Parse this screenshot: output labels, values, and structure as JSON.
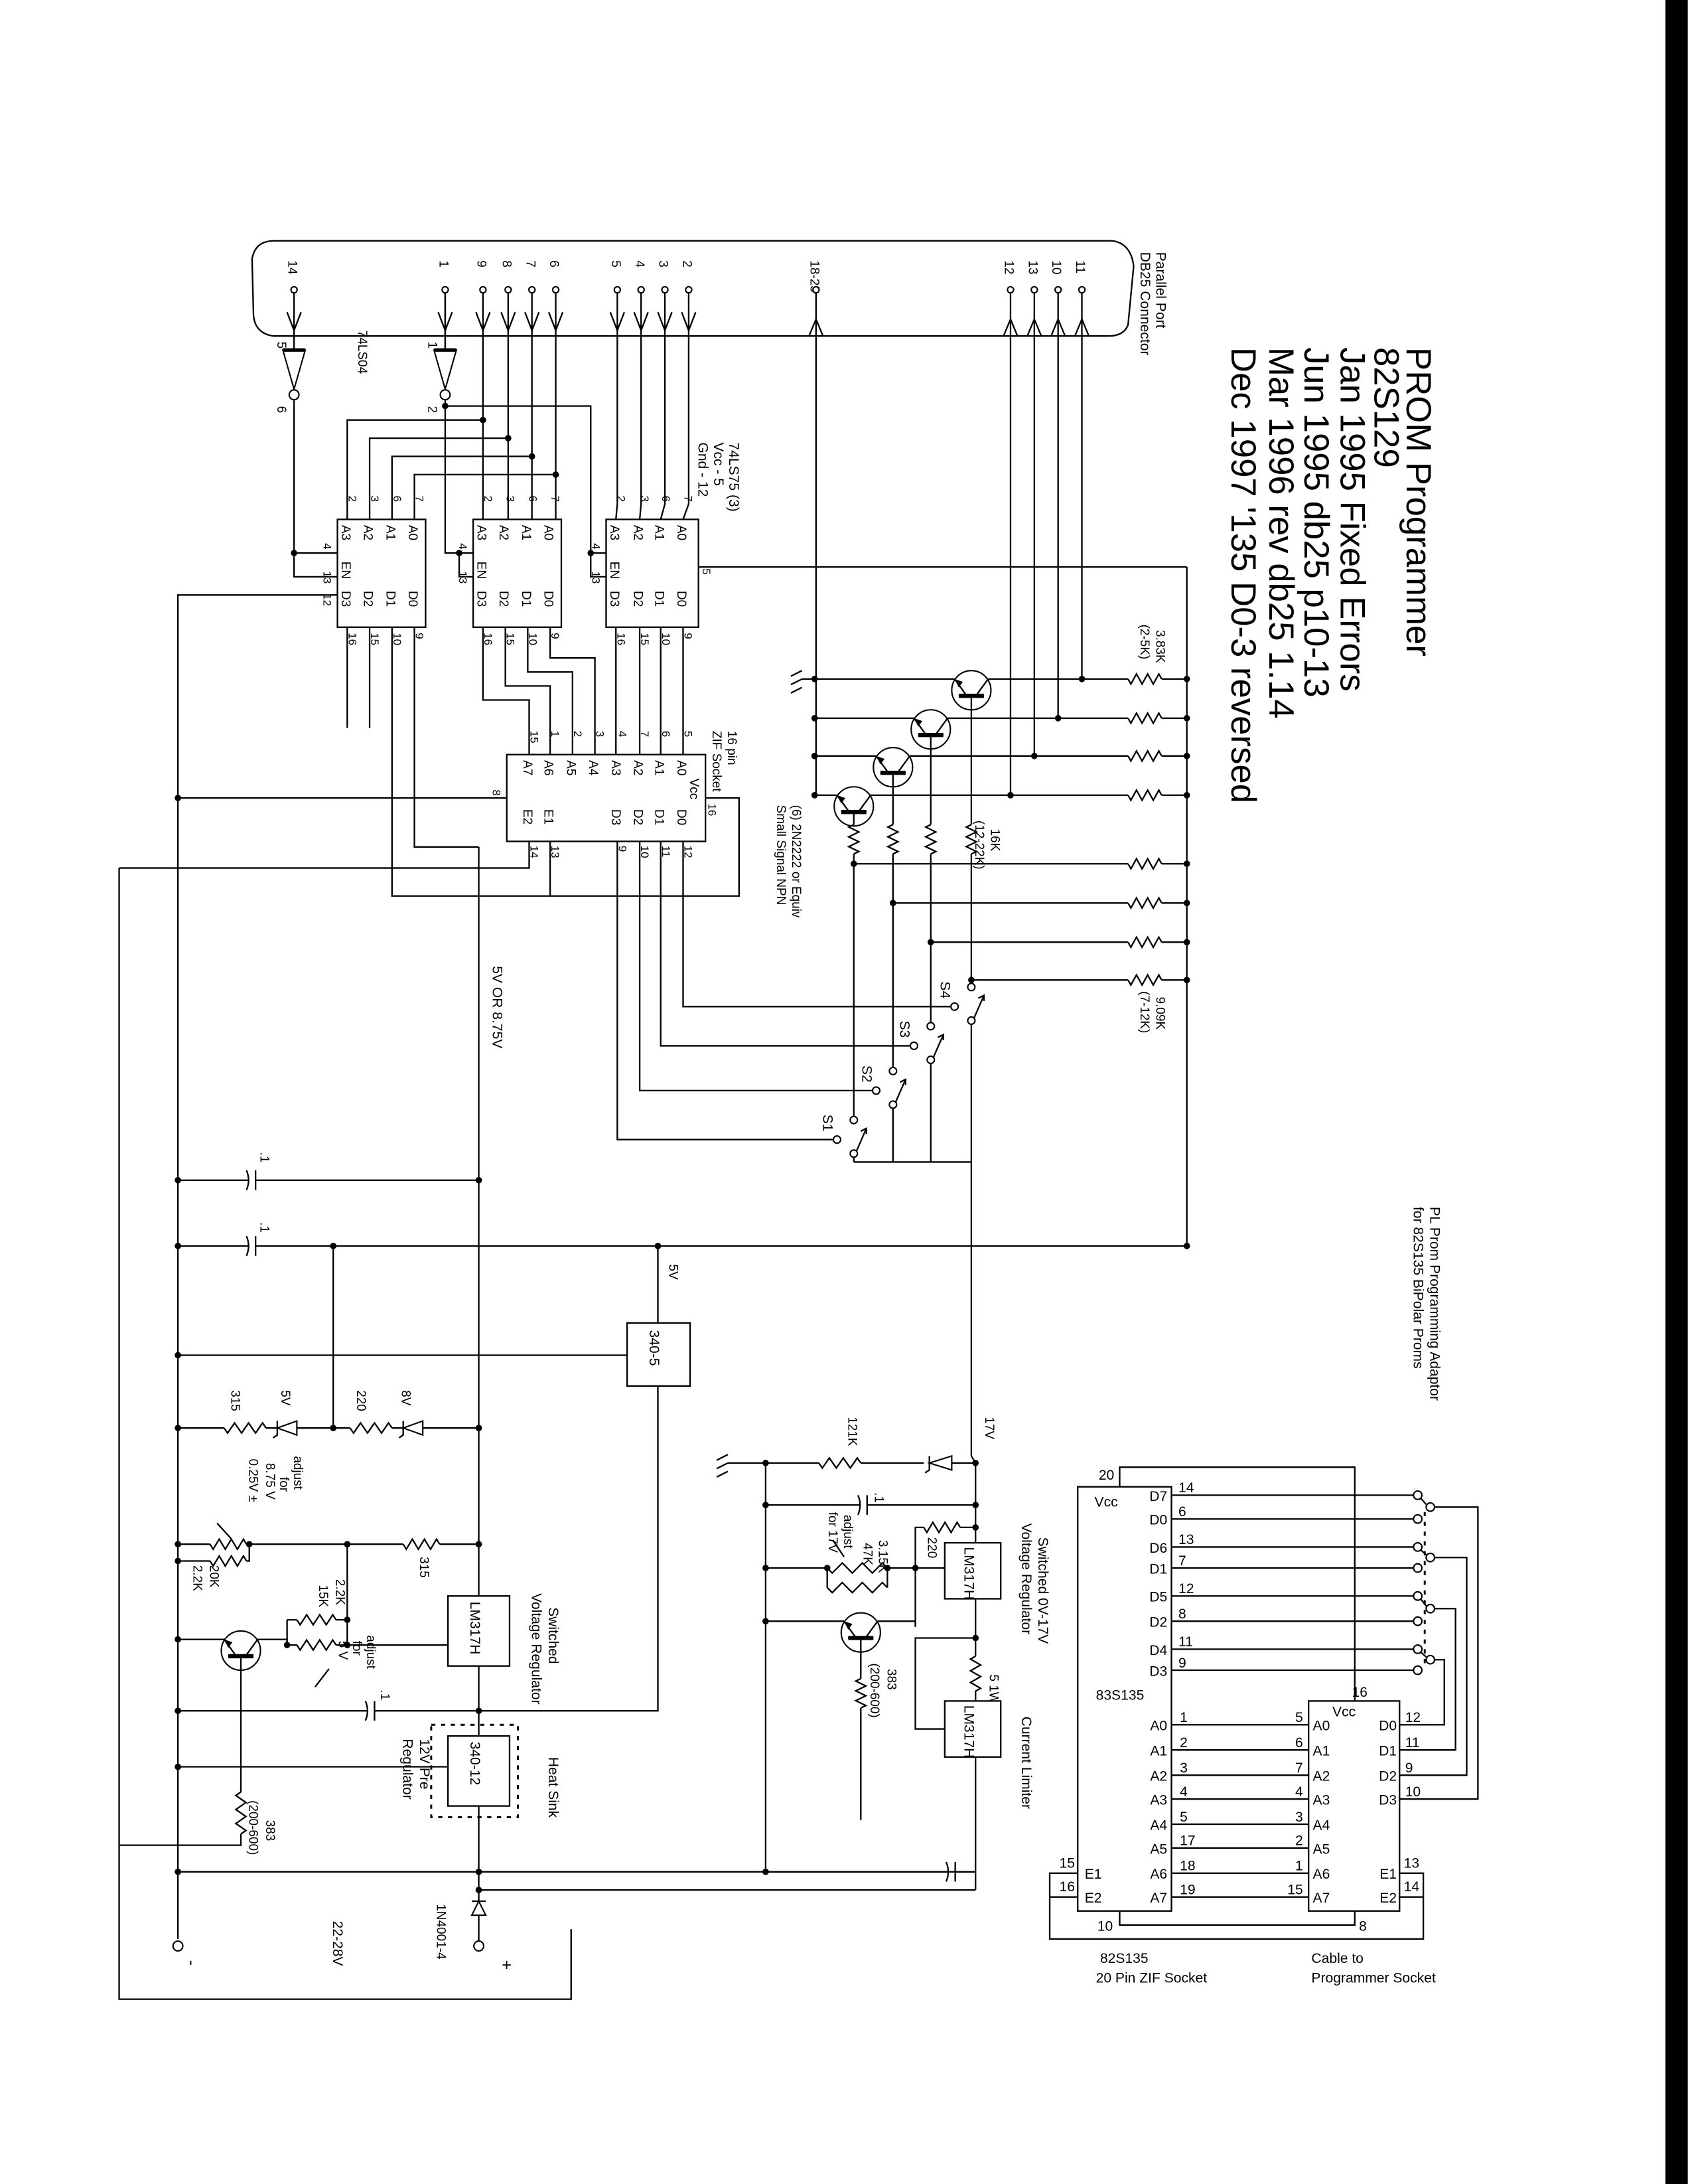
{
  "title_block": {
    "lines": [
      "PROM Programmer",
      "82S129",
      "Jan 1995 Fixed Errors",
      "Jun 1995 db25 p10-13",
      "Mar 1996 rev db25 1.14",
      "Dec 1997 '135 D0-3 reversed"
    ]
  },
  "connector": {
    "label": [
      "Parallel Port",
      "DB25 Connector"
    ],
    "pins_in": [
      "14",
      "1",
      "9",
      "8",
      "7",
      "6",
      "5",
      "4",
      "3",
      "2"
    ],
    "pins_out": [
      "18-25",
      "12",
      "13",
      "10",
      "11"
    ]
  },
  "inverter": {
    "part": "74LS04",
    "pins": [
      "5",
      "6",
      "1",
      "2"
    ]
  },
  "latch": {
    "part": [
      "74LS75 (3)",
      "Vcc - 5",
      "Gnd - 12"
    ],
    "in_pins": [
      "2",
      "3",
      "6",
      "7"
    ],
    "in_labels": [
      "A3",
      "A2",
      "A1",
      "A0"
    ],
    "en": "EN",
    "out_labels": [
      "D3",
      "D2",
      "D1",
      "D0"
    ],
    "out_pins": [
      "16",
      "15",
      "10",
      "9"
    ],
    "side_pins": [
      "4",
      "13",
      "12",
      "5"
    ]
  },
  "zif16": {
    "label": [
      "16 pin",
      "ZIF Socket"
    ],
    "top_pins": [
      "15",
      "1",
      "2",
      "3",
      "4",
      "7",
      "6",
      "5"
    ],
    "top_labels": [
      "A7",
      "A6",
      "A5",
      "A4",
      "A3",
      "A2",
      "A1",
      "A0"
    ],
    "vcc": "Vcc",
    "bottom_labels": [
      "E2",
      "E1",
      "D3",
      "D2",
      "D1",
      "D0"
    ],
    "bottom_pins": [
      "14",
      "13",
      "9",
      "10",
      "11",
      "12"
    ],
    "gnd_pin": "8",
    "vcc_pin": "16"
  },
  "transistors": {
    "label": [
      "(6) 2N2222 or Equiv",
      "Small Signal NPN"
    ]
  },
  "resistors": {
    "collector": [
      "3.83K",
      "(2-5K)"
    ],
    "base": [
      "16K",
      "(12-22K)"
    ],
    "pullup": [
      "9.09K",
      "(7-12K)"
    ]
  },
  "switches": [
    "S1",
    "S2",
    "S3",
    "S4"
  ],
  "supply": {
    "rail_label": "5V OR 8.75V",
    "cap": ".1",
    "reg5": "340-5",
    "v5": "5V",
    "r315": "315",
    "z5": "5V",
    "r220": "220",
    "z8": "8V",
    "adj875": [
      "adjust",
      "for",
      "8.75 V",
      "0.25V ±"
    ],
    "pot875": [
      "20K",
      "2.2K"
    ],
    "pair5": [
      "2.2K",
      "15K"
    ],
    "adj5": [
      "adjust",
      "for",
      "5 V"
    ],
    "r315b": "315",
    "lm317": "LM317H",
    "switched": [
      "Switched",
      "Voltage Regulator"
    ],
    "reg12": "340-12",
    "heatsink": "Heat Sink",
    "prereg": [
      "12V Pre",
      "Regulator"
    ],
    "r383": "383",
    "r383_range": "(200-600)",
    "diode": "1N4001-4",
    "input": "22-28V",
    "plus": "+",
    "minus": "-"
  },
  "vpp": {
    "v17": "17V",
    "r121k": "121K",
    "cap": ".1",
    "r220": "220",
    "pair": [
      "3.15K",
      "47K"
    ],
    "adj": [
      "adjust",
      "for 17V"
    ],
    "lm317": "LM317H",
    "title": [
      "Switched 0V-17V",
      "Voltage Regulator",
      "Current Limiter"
    ],
    "rsense": "5 1W",
    "r383": "383",
    "r383_range": "(200-600)"
  },
  "adaptor": {
    "title": [
      "PL Prom Programming Adaptor",
      "for 82S135 BiPolar Proms"
    ],
    "chip_a": {
      "part": "83S135",
      "vcc_pin": "20",
      "vcc": "Vcc",
      "d_labels": [
        "D7",
        "D0",
        "D6",
        "D1",
        "D5",
        "D2",
        "D4",
        "D3"
      ],
      "d_pins": [
        "14",
        "6",
        "13",
        "7",
        "12",
        "8",
        "11",
        "9"
      ],
      "a_labels": [
        "A0",
        "A1",
        "A2",
        "A3",
        "A4",
        "A5",
        "A6",
        "A7"
      ],
      "a_pins": [
        "1",
        "2",
        "3",
        "4",
        "5",
        "17",
        "18",
        "19"
      ],
      "e_labels": [
        "E1",
        "E2"
      ],
      "e_pins": [
        "15",
        "16"
      ],
      "gnd_pin": "10"
    },
    "chip_b": {
      "vcc_pin": "16",
      "vcc": "Vcc",
      "a_pins": [
        "5",
        "6",
        "7",
        "4",
        "3",
        "2",
        "1",
        "15"
      ],
      "a_labels": [
        "A0",
        "A1",
        "A2",
        "A3",
        "A4",
        "A5",
        "A6",
        "A7"
      ],
      "d_labels": [
        "D0",
        "D1",
        "D2",
        "D3"
      ],
      "d_pins": [
        "12",
        "11",
        "9",
        "10"
      ],
      "e_labels": [
        "E1",
        "E2"
      ],
      "e_pins": [
        "13",
        "14"
      ],
      "gnd_pin": "8"
    },
    "caption_a": [
      "82S135",
      "20 Pin ZIF Socket"
    ],
    "caption_b": [
      "Cable to",
      "Programmer Socket"
    ]
  },
  "colors": {
    "ink": "#000000",
    "paper": "#ffffff"
  }
}
